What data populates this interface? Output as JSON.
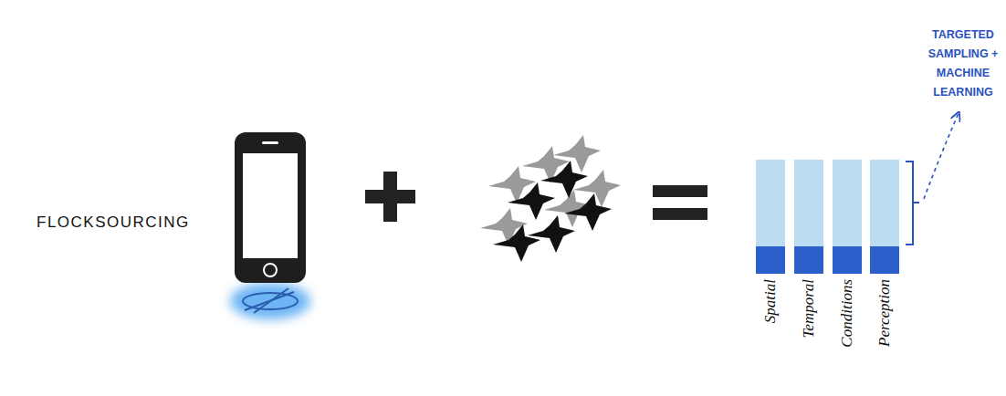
{
  "diagram": {
    "labels": [
      "FLOCKSOURCING",
      "TARGETED SAMPLING + MACHINE LEARNING",
      "Spatial",
      "Temporal",
      "Conditions",
      "Perception"
    ]
  }
}
